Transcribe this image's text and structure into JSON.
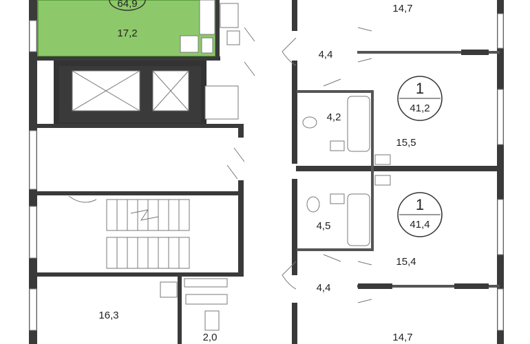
{
  "highlight_color": "#8dc86a",
  "highlight_border": "#5aa038",
  "apartments": [
    {
      "number": "",
      "area": "64,9"
    },
    {
      "number": "1",
      "area": "41,2"
    },
    {
      "number": "1",
      "area": "41,4"
    }
  ],
  "rooms": [
    {
      "id": "room-17-2",
      "area": "17,2"
    },
    {
      "id": "room-14-7-top",
      "area": "14,7"
    },
    {
      "id": "room-4-4-top",
      "area": "4,4"
    },
    {
      "id": "room-4-2",
      "area": "4,2"
    },
    {
      "id": "room-15-5",
      "area": "15,5"
    },
    {
      "id": "room-4-5",
      "area": "4,5"
    },
    {
      "id": "room-15-4",
      "area": "15,4"
    },
    {
      "id": "room-4-4-bottom",
      "area": "4,4"
    },
    {
      "id": "room-16-3",
      "area": "16,3"
    },
    {
      "id": "room-2-0",
      "area": "2,0"
    },
    {
      "id": "room-14-7-bottom",
      "area": "14,7"
    }
  ]
}
